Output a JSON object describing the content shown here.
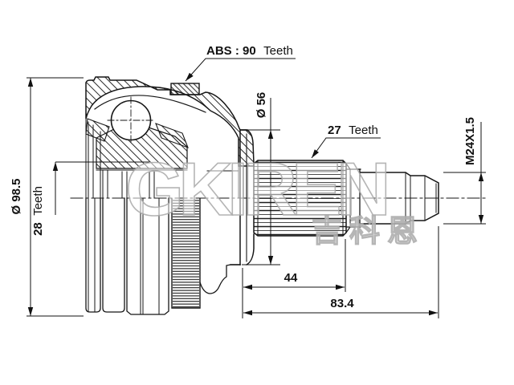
{
  "drawing": {
    "type": "cv-joint-outer-technical-drawing",
    "labels": {
      "outer_diameter": "Ø 98.5",
      "inner_spline_count": "28",
      "inner_spline_word": "Teeth",
      "abs_ring_prefix": "ABS : 90",
      "abs_ring_word": "Teeth",
      "stem_diameter": "Ø 56",
      "shaft_spline_count": "27",
      "shaft_spline_word": "Teeth",
      "thread_spec": "M24X1.5",
      "spline_length": "44",
      "shaft_length": "83.4"
    },
    "watermark": {
      "brand": "GKIREN",
      "cjk": "吉科恩"
    },
    "colors": {
      "line": "#161616",
      "background": "#ffffff",
      "watermark_stroke": "#a8a8a8"
    }
  }
}
